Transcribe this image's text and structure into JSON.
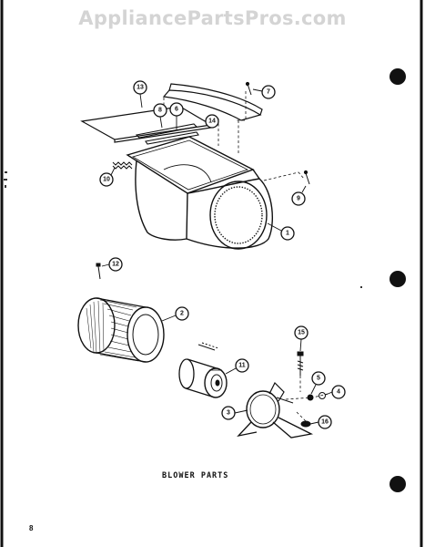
{
  "watermark": "AppliancePartsPros.com",
  "caption": "BLOWER PARTS",
  "page_number": "8",
  "callouts": [
    {
      "id": "13",
      "label": "13"
    },
    {
      "id": "7",
      "label": "7"
    },
    {
      "id": "8a",
      "label": "8"
    },
    {
      "id": "6",
      "label": "6"
    },
    {
      "id": "14",
      "label": "14"
    },
    {
      "id": "10",
      "label": "10"
    },
    {
      "id": "9",
      "label": "9"
    },
    {
      "id": "1",
      "label": "1"
    },
    {
      "id": "12",
      "label": "12"
    },
    {
      "id": "2",
      "label": "2"
    },
    {
      "id": "15",
      "label": "15"
    },
    {
      "id": "11",
      "label": "11"
    },
    {
      "id": "5",
      "label": "5"
    },
    {
      "id": "4",
      "label": "4"
    },
    {
      "id": "3",
      "label": "3"
    },
    {
      "id": "16",
      "label": "16"
    }
  ]
}
